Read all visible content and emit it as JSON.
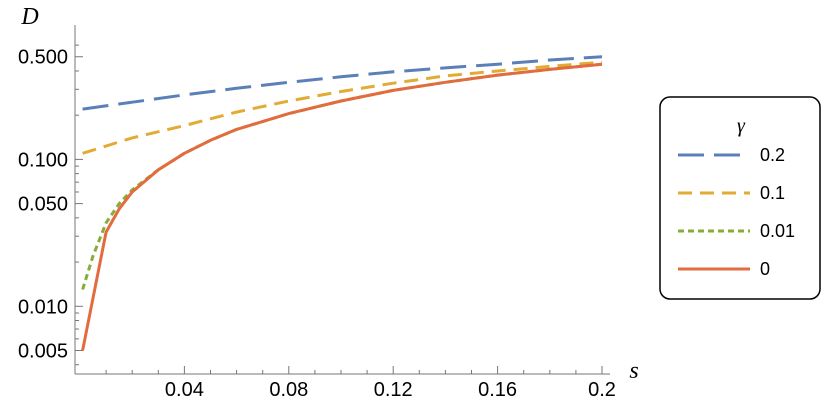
{
  "chart_data": {
    "type": "line",
    "xlabel": "s",
    "ylabel": "D",
    "y_scale": "log",
    "xlim": [
      0,
      0.2
    ],
    "ylim": [
      0.0038,
      0.65
    ],
    "x_ticks": [
      0.04,
      0.08,
      0.12,
      0.16,
      0.2
    ],
    "x_tick_labels": [
      "0.04",
      "0.08",
      "0.12",
      "0.16",
      "0.2"
    ],
    "y_ticks": [
      0.005,
      0.01,
      0.05,
      0.1,
      0.5
    ],
    "y_tick_labels": [
      "0.005",
      "0.010",
      "0.050",
      "0.100",
      "0.500"
    ],
    "grid": false,
    "legend": {
      "title": "γ",
      "placement": "right"
    },
    "series": [
      {
        "name": "0.2",
        "color": "#5b80b8",
        "dash": "long-dash",
        "x": [
          0.001,
          0.02,
          0.04,
          0.06,
          0.08,
          0.1,
          0.12,
          0.14,
          0.16,
          0.18,
          0.2
        ],
        "y": [
          0.22,
          0.245,
          0.275,
          0.305,
          0.335,
          0.365,
          0.395,
          0.42,
          0.445,
          0.475,
          0.5
        ]
      },
      {
        "name": "0.1",
        "color": "#e2ab33",
        "dash": "dash",
        "x": [
          0.001,
          0.02,
          0.04,
          0.06,
          0.08,
          0.1,
          0.12,
          0.14,
          0.16,
          0.18,
          0.2
        ],
        "y": [
          0.11,
          0.14,
          0.17,
          0.21,
          0.25,
          0.29,
          0.33,
          0.37,
          0.4,
          0.43,
          0.46
        ]
      },
      {
        "name": "0.01",
        "color": "#86ad38",
        "dash": "short-dash",
        "x": [
          0.001,
          0.005,
          0.01,
          0.015,
          0.02,
          0.03,
          0.04,
          0.05,
          0.06,
          0.08,
          0.1,
          0.12,
          0.14,
          0.16,
          0.18,
          0.2
        ],
        "y": [
          0.013,
          0.022,
          0.037,
          0.05,
          0.062,
          0.085,
          0.11,
          0.135,
          0.16,
          0.205,
          0.25,
          0.295,
          0.335,
          0.375,
          0.41,
          0.445
        ]
      },
      {
        "name": "0",
        "color": "#e36c3e",
        "dash": "solid",
        "x": [
          0.001,
          0.01,
          0.015,
          0.02,
          0.03,
          0.04,
          0.05,
          0.06,
          0.08,
          0.1,
          0.12,
          0.14,
          0.16,
          0.18,
          0.2
        ],
        "y": [
          0.005,
          0.032,
          0.046,
          0.06,
          0.085,
          0.11,
          0.135,
          0.16,
          0.205,
          0.25,
          0.295,
          0.335,
          0.375,
          0.41,
          0.445
        ]
      }
    ]
  }
}
